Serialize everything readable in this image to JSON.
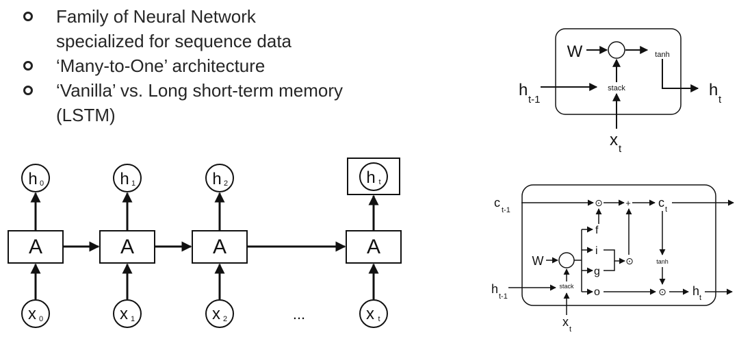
{
  "bullets": [
    "Family of Neural Network specialized for sequence data",
    "‘Many-to-One’ architecture",
    "‘Vanilla’ vs. Long short-term memory (LSTM)"
  ],
  "unrolled": {
    "cell_label": "A",
    "hidden": [
      "h",
      "h",
      "h",
      "h"
    ],
    "hidden_sub": [
      "0",
      "1",
      "2",
      "t"
    ],
    "inputs": [
      "x",
      "x",
      "x",
      "x"
    ],
    "inputs_sub": [
      "0",
      "1",
      "2",
      "t"
    ],
    "ellipsis": "..."
  },
  "vanilla": {
    "weight": "W",
    "activation": "tanh",
    "stack": "stack",
    "h_prev": "h",
    "h_prev_sub": "t-1",
    "h_out": "h",
    "h_out_sub": "t",
    "x_in": "x",
    "x_in_sub": "t"
  },
  "lstm": {
    "c_prev": "c",
    "c_prev_sub": "t-1",
    "c_out": "c",
    "c_out_sub": "t",
    "mul": "⊙",
    "add": "+",
    "gates": [
      "f",
      "i",
      "g",
      "o"
    ],
    "weight": "W",
    "stack": "stack",
    "activation": "tanh",
    "h_prev": "h",
    "h_prev_sub": "t-1",
    "h_out": "h",
    "h_out_sub": "t",
    "x_in": "x",
    "x_in_sub": "t"
  }
}
